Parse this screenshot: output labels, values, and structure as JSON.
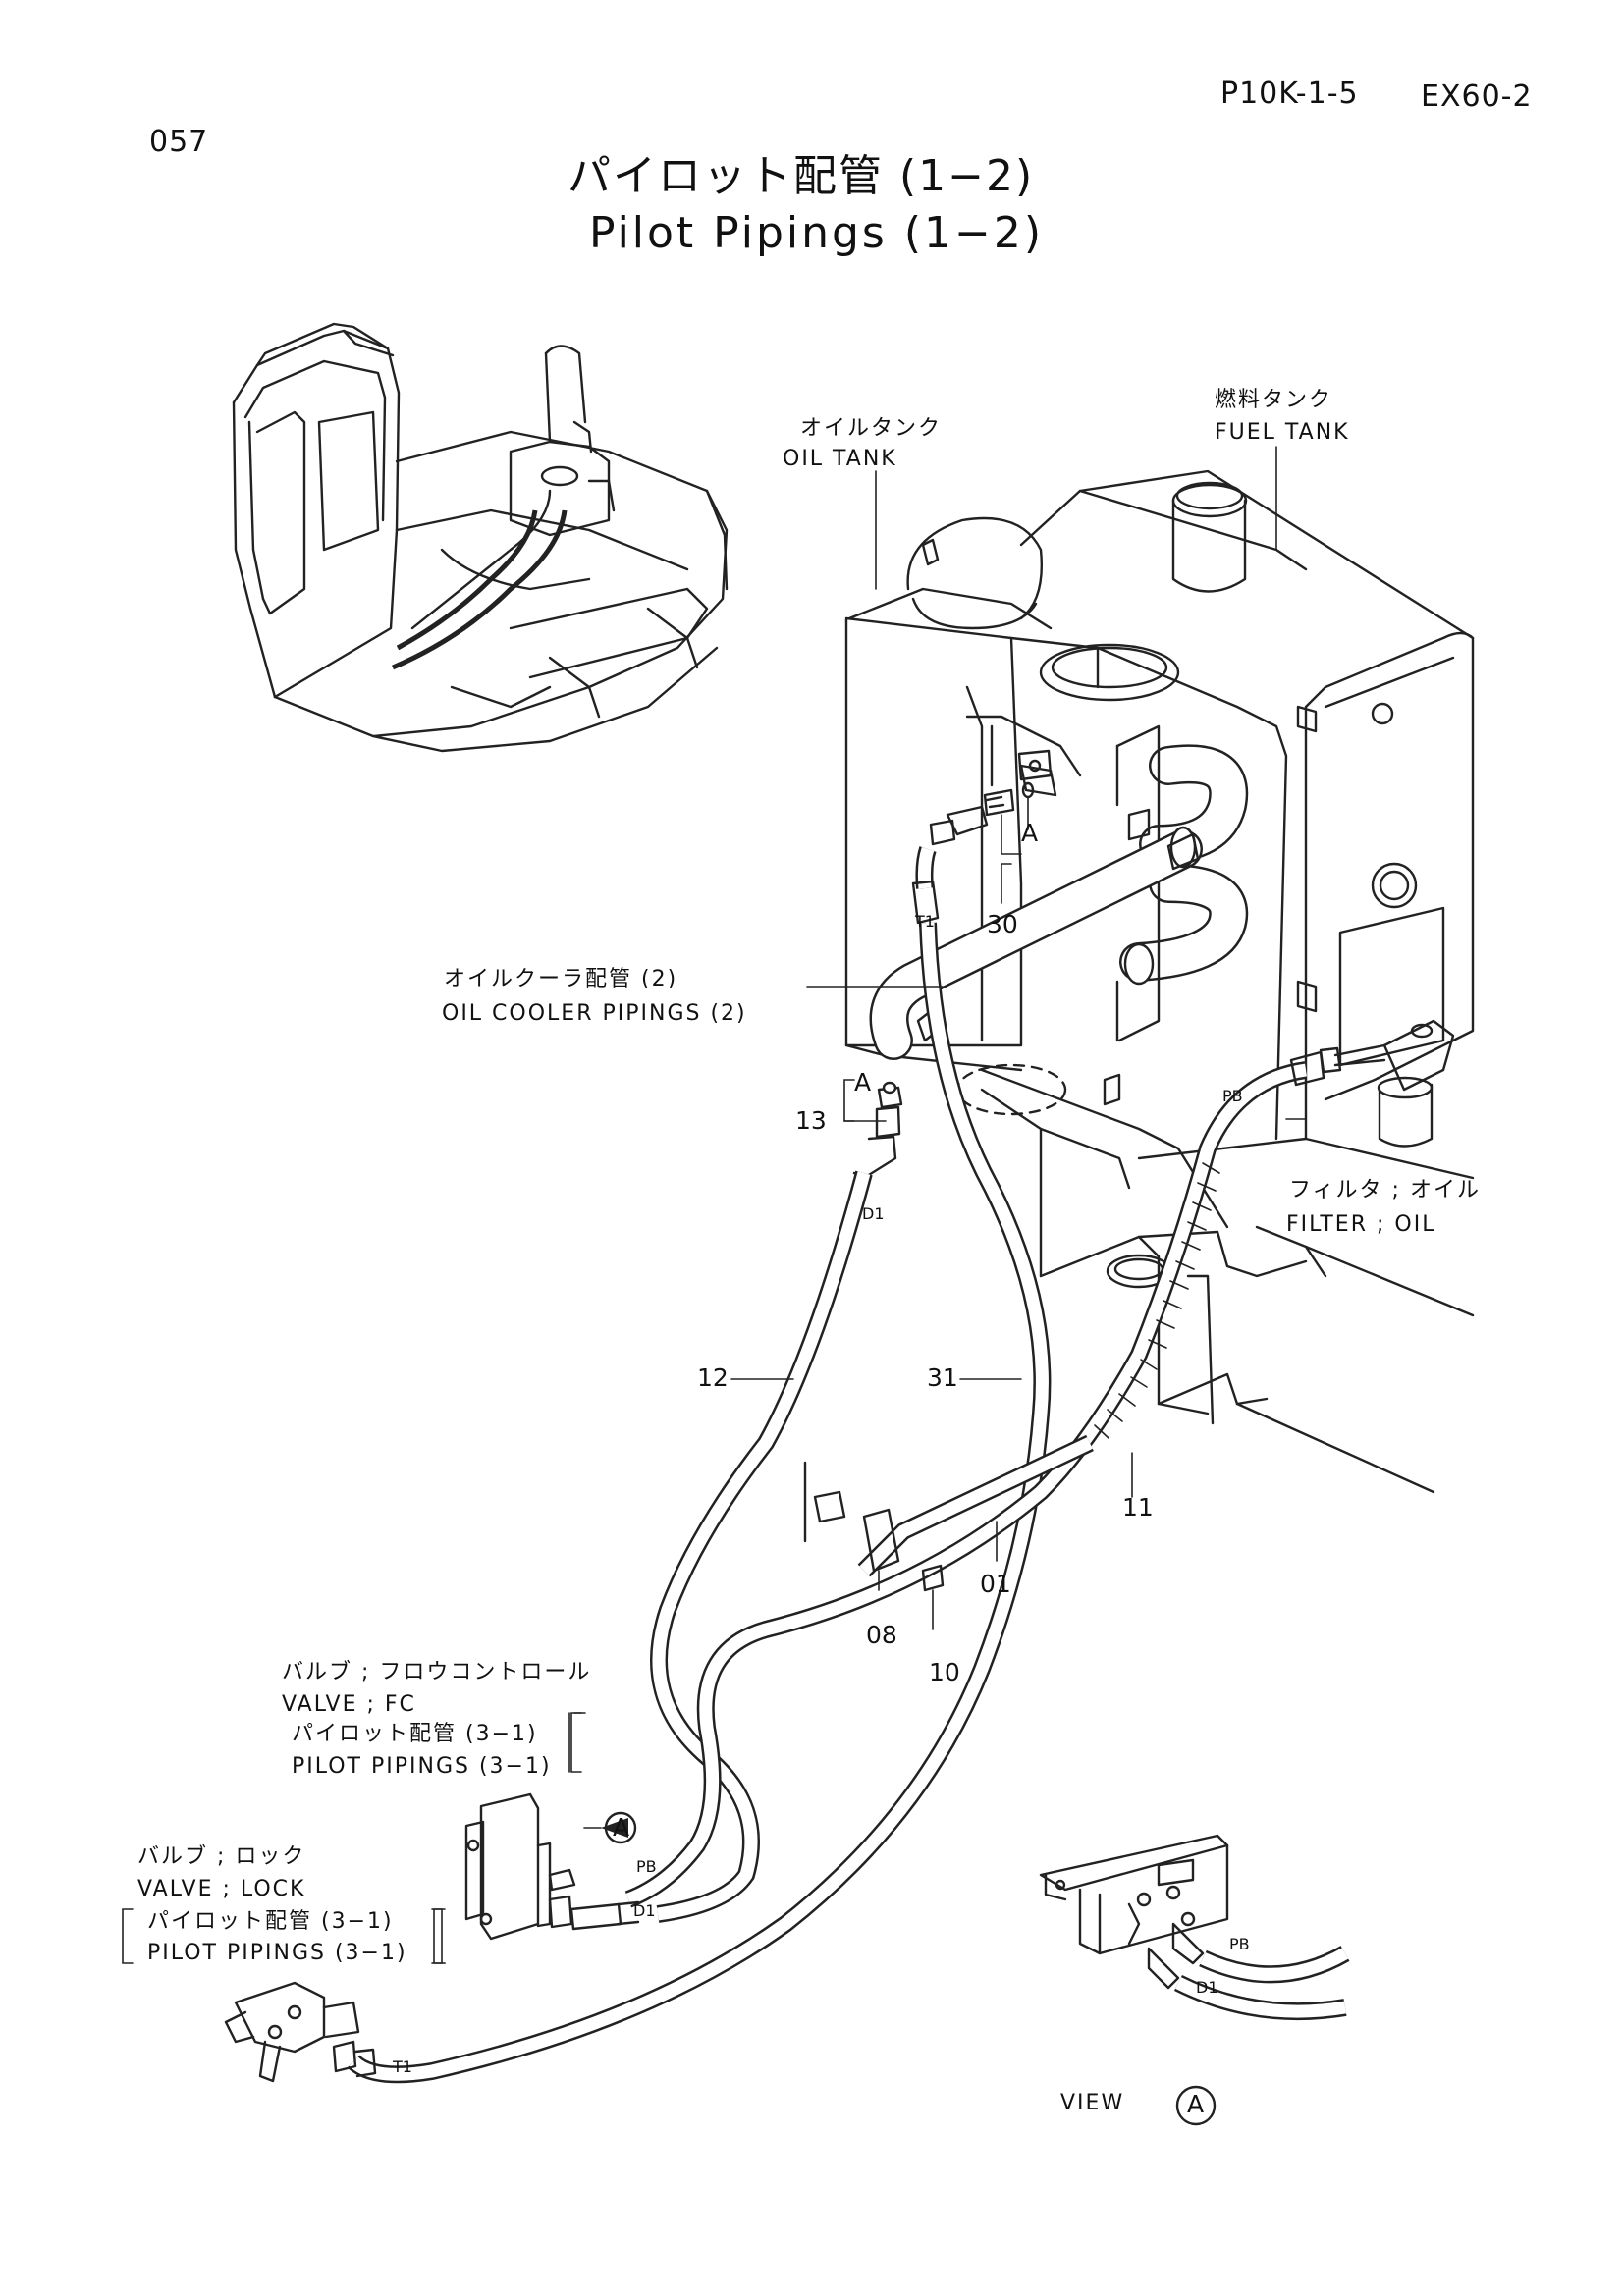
{
  "header": {
    "page_code": "P10K-1-5",
    "model": "EX60-2",
    "page_number": "057"
  },
  "title": {
    "jp": "パイロット配管 (1−2)",
    "en": "Pilot Pipings (1−2)"
  },
  "labels": {
    "oil_tank_jp": "オイルタンク",
    "oil_tank_en": "OIL  TANK",
    "fuel_tank_jp": "燃料タンク",
    "fuel_tank_en": "FUEL  TANK",
    "oil_cooler_jp": "オイルクーラ配管 (2)",
    "oil_cooler_en": "OIL  COOLER  PIPINGS (2)",
    "filter_jp": "フィルタ ; オイル",
    "filter_en": "FILTER ; OIL",
    "valve_fc_jp": "バルブ ; フロウコントロール",
    "valve_fc_en": "VALVE ; FC",
    "valve_fc_ref_jp": "パイロット配管 (3−1)",
    "valve_fc_ref_en": "PILOT PIPINGS (3−1)",
    "valve_lock_jp": "バルブ ; ロック",
    "valve_lock_en": "VALVE ; LOCK",
    "valve_lock_ref_jp": "パイロット配管 (3−1)",
    "valve_lock_ref_en": "PILOT PIPINGS (3−1)",
    "view": "VIEW"
  },
  "callouts": {
    "c30": "30",
    "c13": "13",
    "c12": "12",
    "c31": "31",
    "c11": "11",
    "c01": "01",
    "c08": "08",
    "c10": "10",
    "a_upper": "A",
    "a_lower": "A",
    "a_circle_1": "A",
    "a_circle_2": "A"
  },
  "hose_tags": {
    "t1_tank": "T1",
    "pb_filter": "PB",
    "d1_hose": "D1",
    "pb_fc": "PB",
    "d1_fc": "D1",
    "t1_lock": "T1",
    "pb_view": "PB",
    "d1_view": "D1"
  }
}
